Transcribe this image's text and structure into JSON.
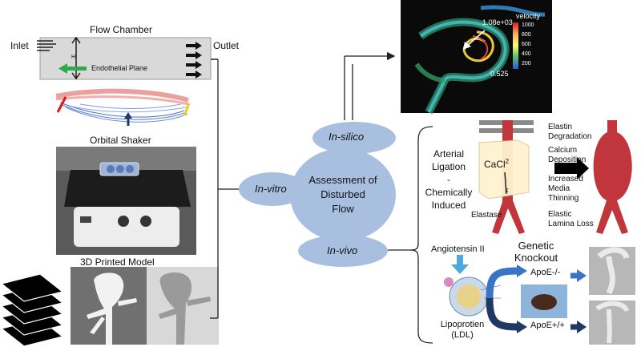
{
  "flow_chamber": {
    "title": "Flow Chamber",
    "inlet": "Inlet",
    "outlet": "Outlet",
    "height_label": "H",
    "plane": "Endothelial Plane"
  },
  "orbital_shaker": {
    "title": "Orbital Shaker"
  },
  "printed_model": {
    "title": "3D Printed Model"
  },
  "center": {
    "line1": "Assessment of",
    "line2": "Disturbed",
    "line3": "Flow",
    "in_silico": "In-silico",
    "in_vitro": "In-vitro",
    "in_vivo": "In-vivo"
  },
  "velocity": {
    "title": "velocity",
    "max": "1.08e+03",
    "min": "0.525",
    "ticks": [
      "1000",
      "800",
      "600",
      "400",
      "200"
    ]
  },
  "arterial": {
    "method_line1": "Arterial",
    "method_line2": "Ligation",
    "method_line3": "-",
    "method_line4": "Chemically",
    "method_line5": "Induced",
    "cacl": "CaCl",
    "cacl_sup": "2",
    "elastase": "Elastase",
    "effect1_a": "Elastin",
    "effect1_b": "Degradation",
    "effect2_a": "Calcium",
    "effect2_b": "Deposition",
    "effect3_a": "Increased",
    "effect3_b": "Media",
    "effect3_c": "Thinning",
    "effect4_a": "Elastic",
    "effect4_b": "Lamina Loss"
  },
  "genetic": {
    "angiotensin": "Angiotensin II",
    "lipo_line1": "Lipoprotien",
    "lipo_line2": "(LDL)",
    "knockout_line1": "Genetic",
    "knockout_line2": "Knockout",
    "apoe_ko": "ApoE-/-",
    "apoe_wt": "ApoE+/+"
  },
  "colors": {
    "ellipse": "#a9bfe0",
    "vessel": "#c0363c",
    "arrow_blue": "#3a74c4",
    "arrow_navy": "#1f3864",
    "chamber": "#d9d9d9"
  }
}
